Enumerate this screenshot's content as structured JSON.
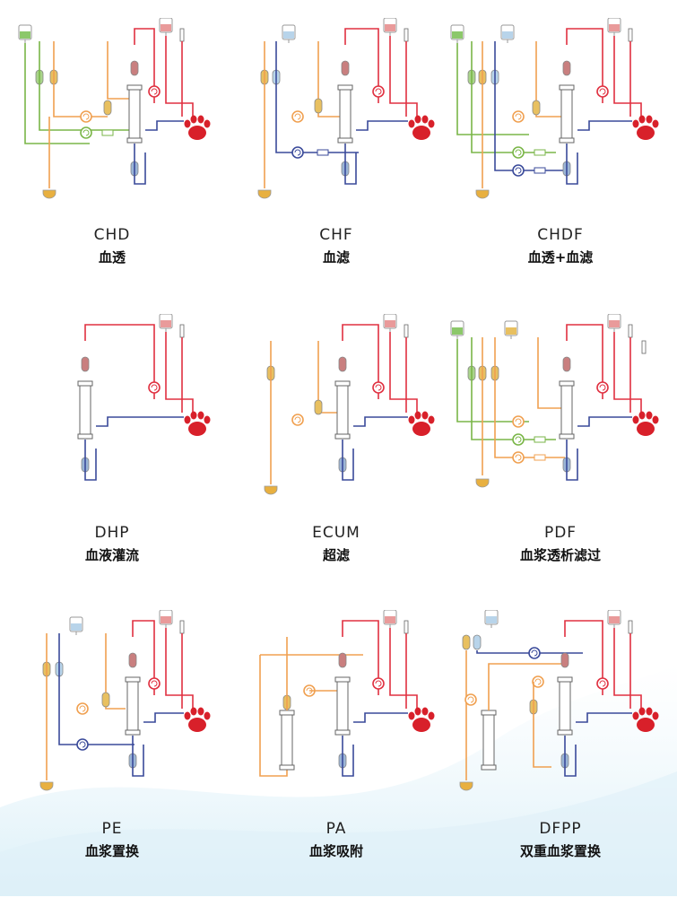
{
  "modes": [
    {
      "code": "CHD",
      "name": "血透"
    },
    {
      "code": "CHF",
      "name": "血滤"
    },
    {
      "code": "CHDF",
      "name": "血透+血滤"
    },
    {
      "code": "DHP",
      "name": "血液灌流"
    },
    {
      "code": "ECUM",
      "name": "超滤"
    },
    {
      "code": "PDF",
      "name": "血浆透析滤过"
    },
    {
      "code": "PE",
      "name": "血浆置换"
    },
    {
      "code": "PA",
      "name": "血浆吸附"
    },
    {
      "code": "DFPP",
      "name": "双重血浆置换"
    }
  ],
  "colors": {
    "blood": "#e03040",
    "dialysate": "#7ab648",
    "replacement": "#8ab0d8",
    "effluent": "#f0a050",
    "return": "#3a4a9a",
    "paw": "#d8202a",
    "effluent_bag": "#e8b040"
  }
}
